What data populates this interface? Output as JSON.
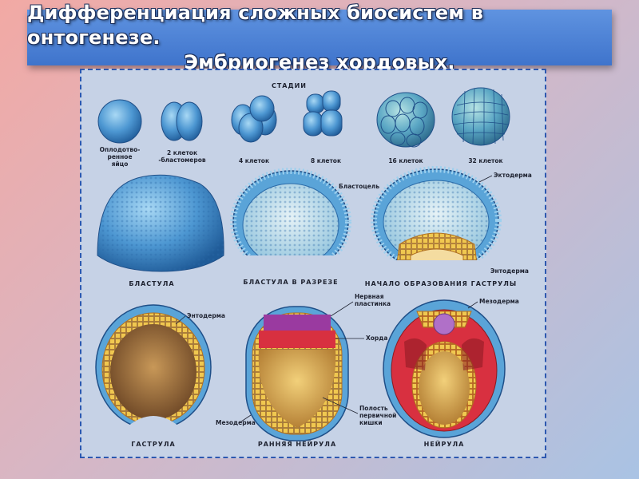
{
  "title": {
    "line1": "Дифференциация сложных биосистем в онтогенезе.",
    "line2": "Эмбриогенез хордовых."
  },
  "diagram": {
    "heading": "СТАДИИ",
    "stages_top": [
      {
        "label_lines": [
          "Оплодотво-",
          "ренное",
          "яйцо"
        ]
      },
      {
        "label_lines": [
          "2 клеток",
          "-бластомеров"
        ]
      },
      {
        "label_lines": [
          "4 клеток"
        ]
      },
      {
        "label_lines": [
          "8 клеток"
        ]
      },
      {
        "label_lines": [
          "16 клеток"
        ]
      },
      {
        "label_lines": [
          "32 клеток"
        ]
      }
    ],
    "middle_captions": [
      "БЛАСТУЛА",
      "БЛАСТУЛА В РАЗРЕЗЕ",
      "НАЧАЛО ОБРАЗОВАНИЯ ГАСТРУЛЫ"
    ],
    "bottom_captions": [
      "ГАСТРУЛА",
      "РАННЯЯ НЕЙРУЛА",
      "НЕЙРУЛА"
    ],
    "annotations": {
      "blastocoel": "Бластоцель",
      "ectoderm": "Эктодерма",
      "endoderm_right": "Энтодерма",
      "endoderm_left": "Энтодерма",
      "neural_plate_lines": [
        "Нервная",
        "пластинка"
      ],
      "notochord": "Хорда",
      "mesoderm_right": "Мезодерма",
      "mesoderm_left": "Мезодерма",
      "gut_cavity_lines": [
        "Полость",
        "первичной",
        "кишки"
      ]
    },
    "colors": {
      "blue_cell": "#5aa4d8",
      "blue_dark": "#2a6aa8",
      "yellow": "#f0c850",
      "orange": "#e08a30",
      "red": "#d83040",
      "purple": "#b070c8",
      "brown": "#7a5030"
    }
  }
}
